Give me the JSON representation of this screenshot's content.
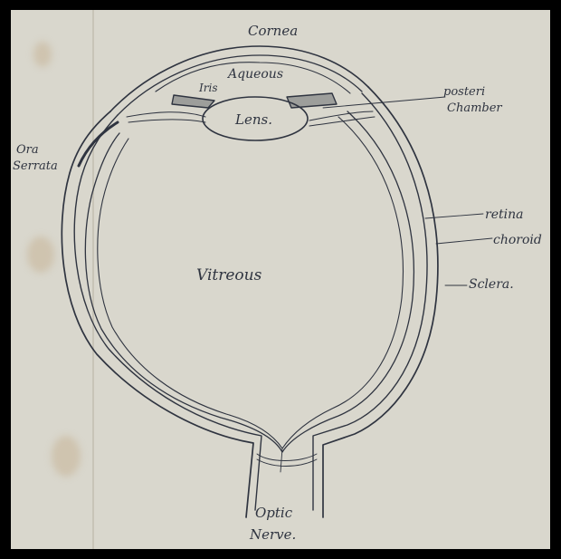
{
  "diagram": {
    "labels": {
      "cornea": "Cornea",
      "aqueous": "Aqueous",
      "iris": "Iris",
      "lens": "Lens.",
      "posterior_chamber_line1": "posteri",
      "posterior_chamber_line2": "Chamber",
      "ora_serrata_line1": "Ora",
      "ora_serrata_line2": "Serrata",
      "retina": "retina",
      "choroid": "choroid",
      "sclera": "Sclera.",
      "vitreous": "Vitreous",
      "optic_nerve_line1": "Optic",
      "optic_nerve_line2": "Nerve."
    },
    "colors": {
      "ink": "#2f3440",
      "paper": "#d9d7cd",
      "border": "#000000"
    }
  }
}
